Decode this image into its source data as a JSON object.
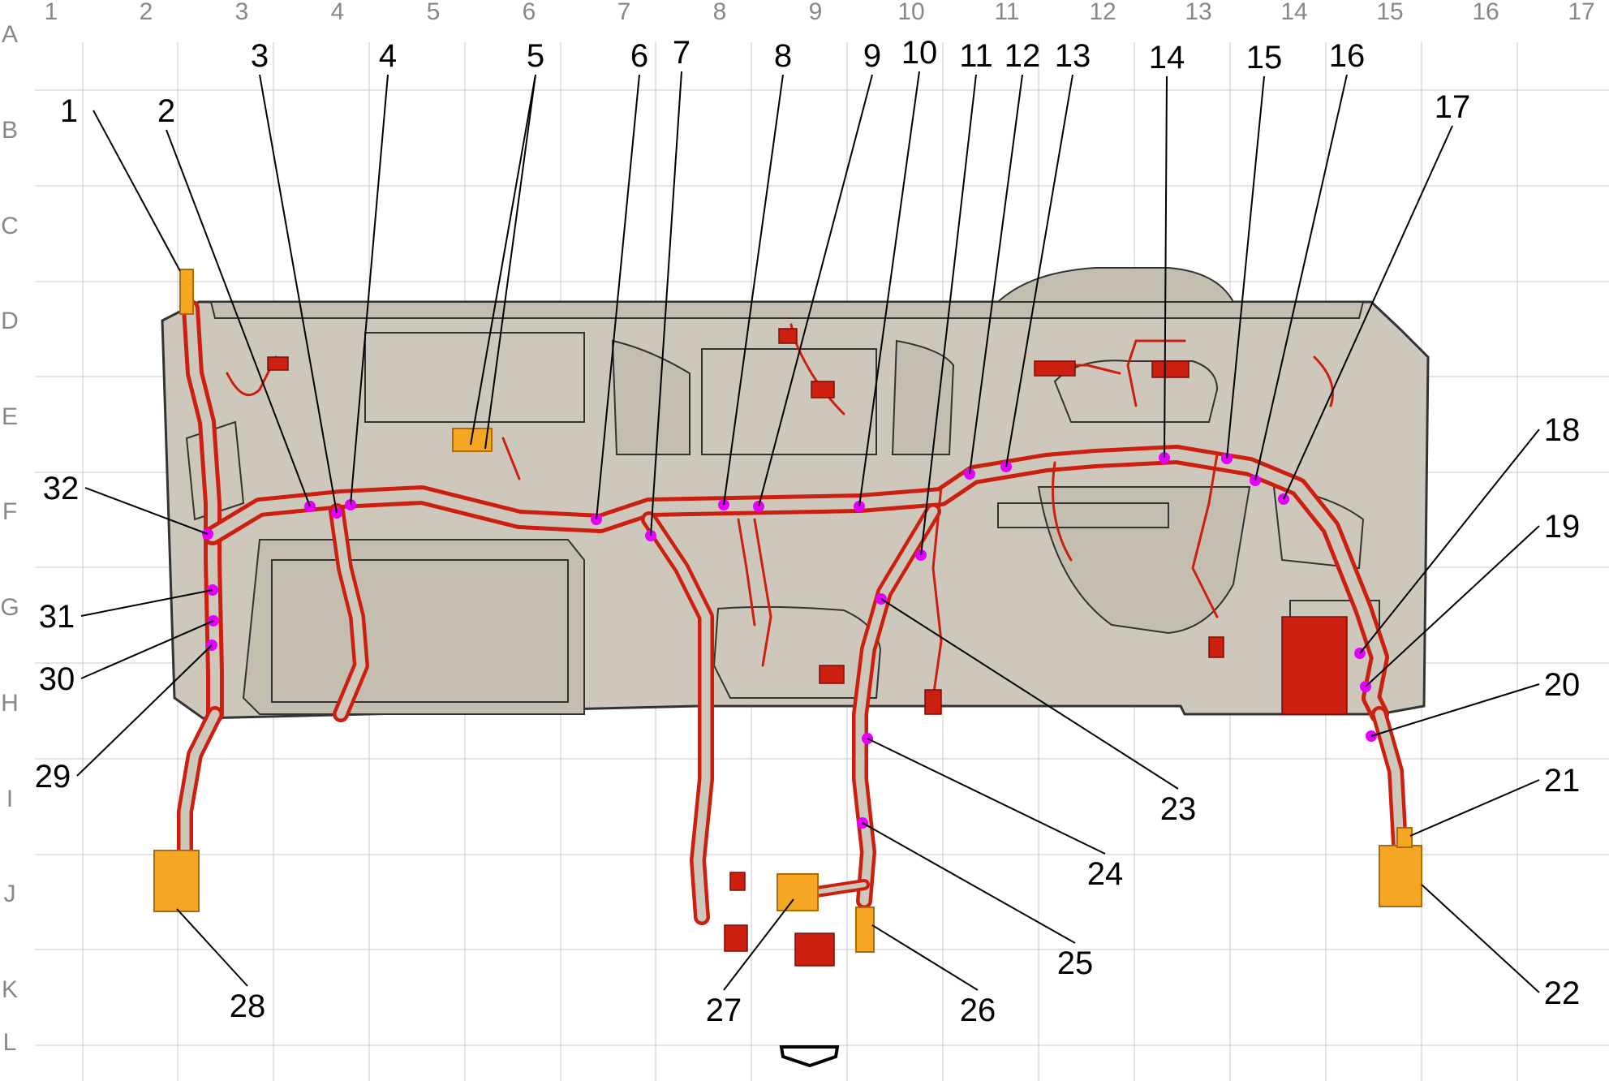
{
  "grid": {
    "columns": [
      "1",
      "2",
      "3",
      "4",
      "5",
      "6",
      "7",
      "8",
      "9",
      "10",
      "11",
      "12",
      "13",
      "14",
      "15",
      "16",
      "17"
    ],
    "rows": [
      "A",
      "B",
      "C",
      "D",
      "E",
      "F",
      "G",
      "H",
      "I",
      "J",
      "K",
      "L"
    ]
  },
  "callouts": [
    {
      "label": "1"
    },
    {
      "label": "2"
    },
    {
      "label": "3"
    },
    {
      "label": "4"
    },
    {
      "label": "5"
    },
    {
      "label": "6"
    },
    {
      "label": "7"
    },
    {
      "label": "8"
    },
    {
      "label": "9"
    },
    {
      "label": "10"
    },
    {
      "label": "11"
    },
    {
      "label": "12"
    },
    {
      "label": "13"
    },
    {
      "label": "14"
    },
    {
      "label": "15"
    },
    {
      "label": "16"
    },
    {
      "label": "17"
    },
    {
      "label": "18"
    },
    {
      "label": "19"
    },
    {
      "label": "20"
    },
    {
      "label": "21"
    },
    {
      "label": "22"
    },
    {
      "label": "23"
    },
    {
      "label": "24"
    },
    {
      "label": "25"
    },
    {
      "label": "26"
    },
    {
      "label": "27"
    },
    {
      "label": "28"
    },
    {
      "label": "29"
    },
    {
      "label": "30"
    },
    {
      "label": "31"
    },
    {
      "label": "32"
    }
  ],
  "colors": {
    "harness": "#cc1f10",
    "panel": "#cdc8bb",
    "connector_orange": "#f5a623",
    "marker": "#e400ff",
    "grid": "#c8c8c8",
    "grid_label": "#888888"
  },
  "icons": {
    "forward_arrow": "down-chevron-arrow-icon"
  }
}
